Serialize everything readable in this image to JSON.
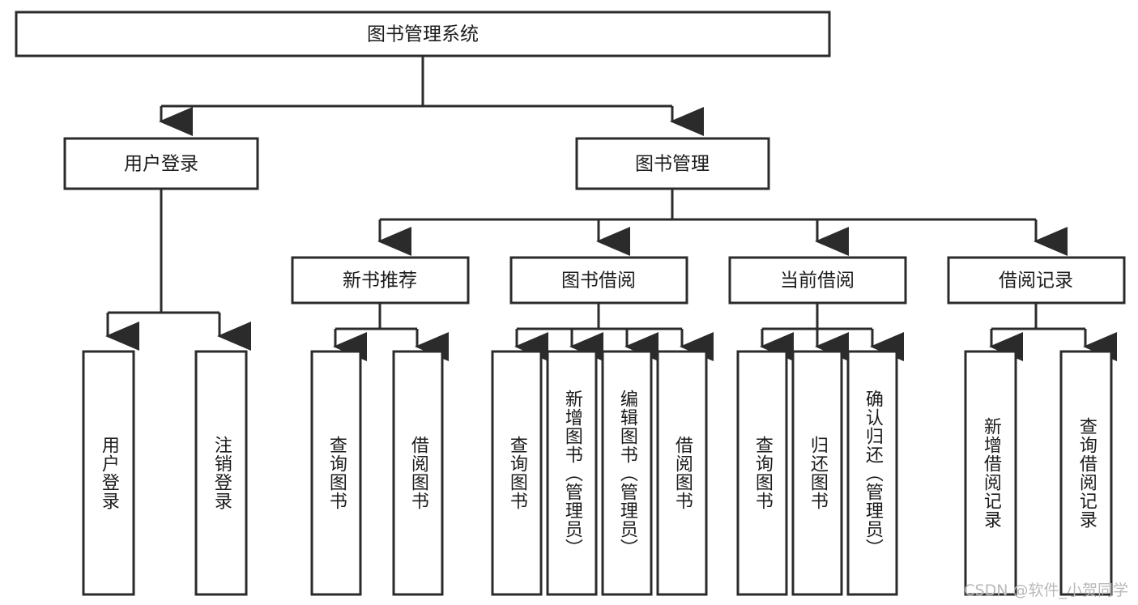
{
  "diagram": {
    "type": "tree-hierarchy",
    "title": "图书管理系统",
    "watermark": "CSDN @软件_小贺同学",
    "colors": {
      "stroke": "#2b2b2b",
      "fill": "#ffffff",
      "text": "#1c1c1c",
      "watermark": "#b9b9b9"
    },
    "root": {
      "label": "图书管理系统"
    },
    "level2": [
      {
        "label": "用户登录"
      },
      {
        "label": "图书管理"
      }
    ],
    "level3": [
      {
        "label": "新书推荐"
      },
      {
        "label": "图书借阅"
      },
      {
        "label": "当前借阅"
      },
      {
        "label": "借阅记录"
      }
    ],
    "leaves": {
      "user_login": [
        {
          "label": "用户登录"
        },
        {
          "label": "注销登录"
        }
      ],
      "new_book": [
        {
          "label": "查询图书"
        },
        {
          "label": "借阅图书"
        }
      ],
      "book_borrow": [
        {
          "label": "查询图书"
        },
        {
          "label": "新增图书（管理员）"
        },
        {
          "label": "编辑图书（管理员）"
        },
        {
          "label": "借阅图书"
        }
      ],
      "current_borrow": [
        {
          "label": "查询图书"
        },
        {
          "label": "归还图书"
        },
        {
          "label": "确认归还（管理员）"
        }
      ],
      "borrow_record": [
        {
          "label": "新增借阅记录"
        },
        {
          "label": "查询借阅记录"
        }
      ]
    }
  }
}
